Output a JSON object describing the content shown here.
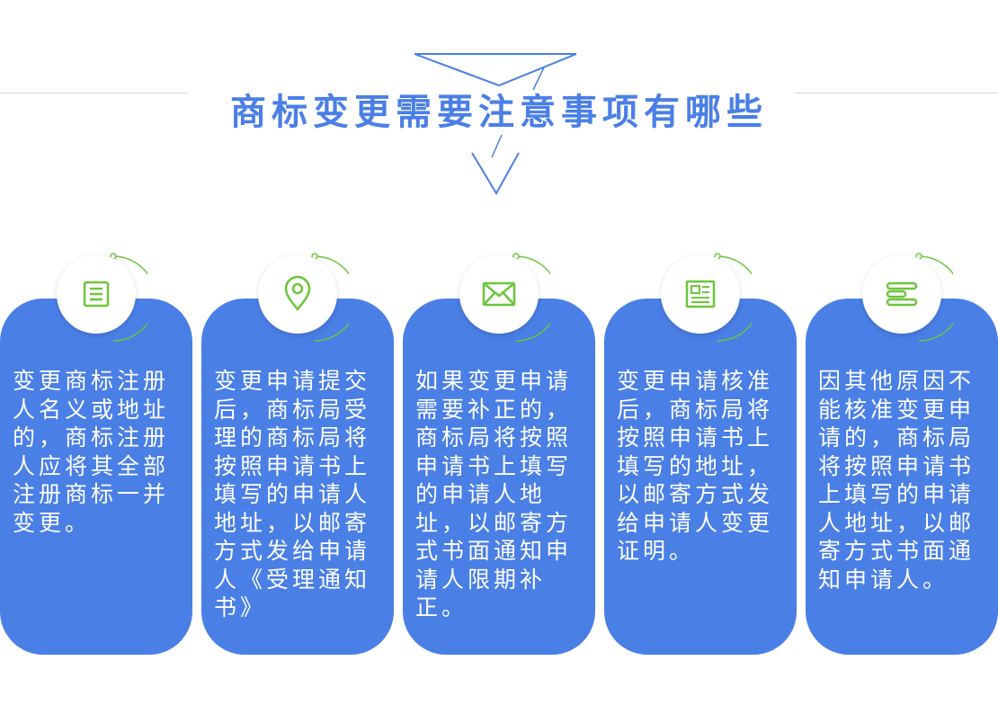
{
  "title": "商标变更需要注意事项有哪些",
  "accent_color": "#4a7fe6",
  "icon_color": "#6dc53c",
  "cards": [
    {
      "icon": "list-document-icon",
      "text": "变更商标注册人名义或地址的，商标注册人应将其全部注册商标一并变更。"
    },
    {
      "icon": "location-pin-icon",
      "text": "变更申请提交后，商标局受理的商标局将按照申请书上填写的申请人地址，以邮寄方式发给申请人《受理通知书》"
    },
    {
      "icon": "envelope-icon",
      "text": "如果变更申请需要补正的，商标局将按照申请书上填写的申请人地址，以邮寄方式书面通知申请人限期补正。"
    },
    {
      "icon": "newspaper-icon",
      "text": "变更申请核准后，商标局将按照申请书上填写的地址，以邮寄方式发给申请人变更证明。"
    },
    {
      "icon": "text-lines-icon",
      "text": "因其他原因不能核准变更申请的，商标局将按照申请书上填写的申请人地址，以邮寄方式书面通知申请人。"
    }
  ]
}
